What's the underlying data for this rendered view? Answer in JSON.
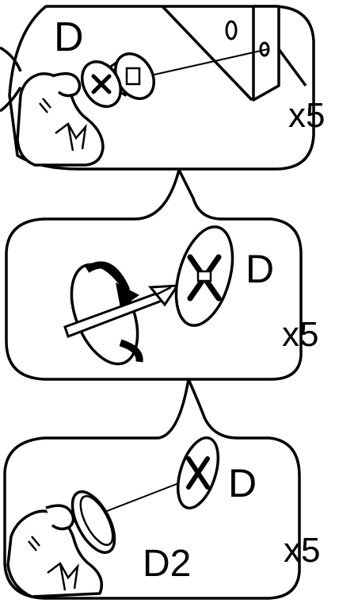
{
  "panels": [
    {
      "part_label": "D",
      "quantity": "x5",
      "icons": [
        "hand-icon",
        "cam-lock-icon",
        "panel-icon"
      ]
    },
    {
      "part_label": "D",
      "quantity": "x5",
      "icons": [
        "screwdriver-icon",
        "rotate-clockwise-icon",
        "cam-lock-icon"
      ]
    },
    {
      "part_label": "D",
      "sub_label": "D2",
      "quantity": "x5",
      "icons": [
        "hand-icon",
        "cover-cap-icon",
        "cam-lock-icon"
      ]
    }
  ],
  "colors": {
    "ink": "#000000",
    "paper": "#ffffff"
  }
}
